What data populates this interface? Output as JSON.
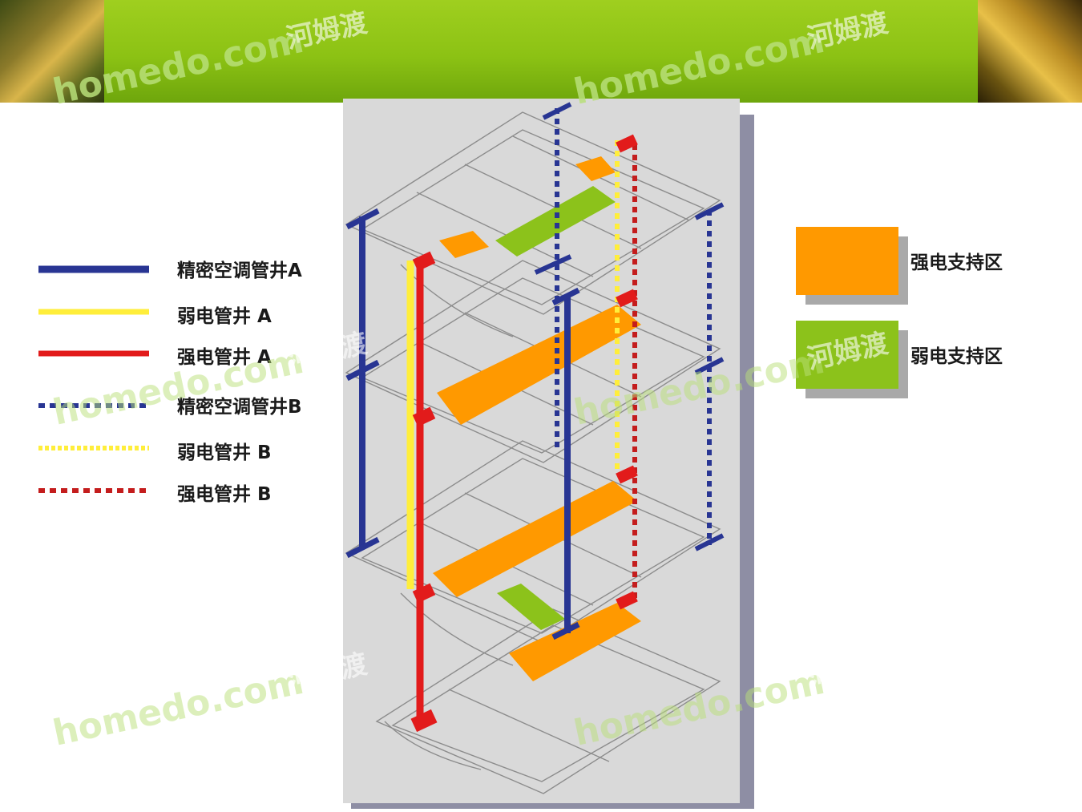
{
  "legend": [
    {
      "label": "精密空调管井A",
      "color": "#283593",
      "style": "solid"
    },
    {
      "label": "弱电管井 A",
      "color": "#ffee3b",
      "style": "solid"
    },
    {
      "label": "强电管井 A",
      "color": "#e21b1b",
      "style": "solid"
    },
    {
      "label": "精密空调管井B",
      "color": "#283593",
      "style": "dotted"
    },
    {
      "label": "弱电管井 B",
      "color": "#ffee3b",
      "style": "dotted"
    },
    {
      "label": "强电管井 B",
      "color": "#e21b1b",
      "style": "dotted"
    }
  ],
  "zones": [
    {
      "label": "强电支持区",
      "color": "#ff9900"
    },
    {
      "label": "弱电支持区",
      "color": "#8cc21b"
    }
  ],
  "watermark": {
    "brand": "homedo.com",
    "cn": "河姆渡"
  },
  "colors": {
    "banner": "#8cc214",
    "panel": "#d9d9d9",
    "panel_shadow": "#8e8ea4"
  }
}
